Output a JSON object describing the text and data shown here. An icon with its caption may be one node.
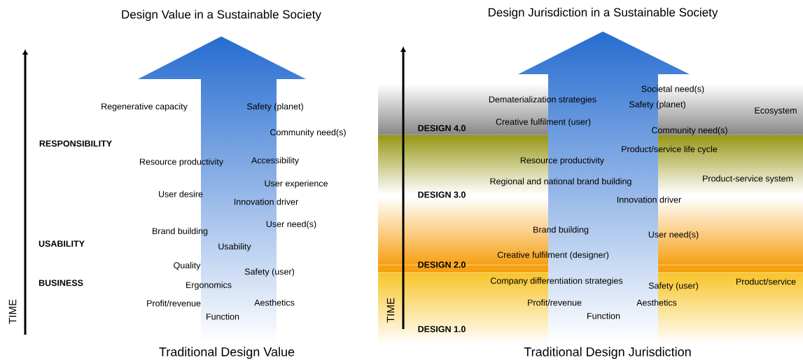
{
  "diagram": {
    "labels": [
      "Design Value in a Sustainable Society",
      "RESPONSIBILITY",
      "USABILITY",
      "BUSINESS",
      "TIME",
      "Regenerative capacity",
      "Safety (planet)",
      "Community need(s)",
      "Resource productivity",
      "Accessibility",
      "User experience",
      "User desire",
      "Innovation driver",
      "User need(s)",
      "Brand building",
      "Usability",
      "Quality",
      "Safety (user)",
      "Ergonomics",
      "Profit/revenue",
      "Aesthetics",
      "Function",
      "Traditional Design Value",
      "Design Jurisdiction in a Sustainable Society",
      "DESIGN 4.0",
      "DESIGN 3.0",
      "DESIGN 2.0",
      "DESIGN 1.0",
      "TIME",
      "Societal need(s)",
      "Dematerialization strategies",
      "Safety (planet)",
      "Ecosystem",
      "Creative fulfilment (user)",
      "Community need(s)",
      "Product/service life cycle",
      "Resource productivity",
      "Regional and national brand building",
      "Product-service system",
      "Innovation driver",
      "Brand building",
      "User need(s)",
      "Creative fulfilment (designer)",
      "Company differentiation strategies",
      "Safety (user)",
      "Product/service",
      "Profit/revenue",
      "Aesthetics",
      "Function",
      "Traditional Design Jurisdiction"
    ]
  }
}
